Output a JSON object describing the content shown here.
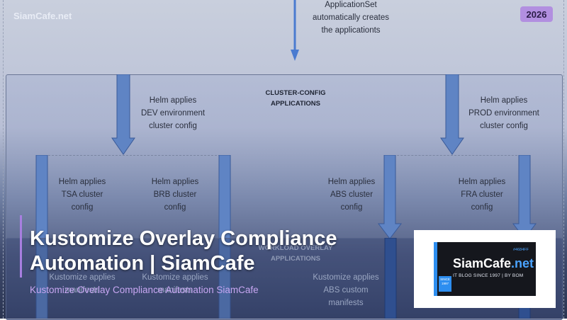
{
  "header": {
    "site_name": "SiamCafe.net",
    "year_badge": "2026",
    "appset_note": [
      "ApplicationSet",
      "automatically creates",
      "the applicationts"
    ]
  },
  "cluster_config": {
    "title": [
      "CLUSTER-CONFIG",
      "APPLICATIONS"
    ],
    "dev_label": [
      "Helm applies",
      "DEV environment",
      "cluster config"
    ],
    "prod_label": [
      "Helm applies",
      "PROD environment",
      "cluster config"
    ],
    "tsa_label": [
      "Helm applies",
      "TSA cluster",
      "config"
    ],
    "brb_label": [
      "Helm applies",
      "BRB cluster",
      "config"
    ],
    "abs_label": [
      "Helm applies",
      "ABS cluster",
      "config"
    ],
    "fra_label": [
      "Helm applies",
      "FRA cluster",
      "config"
    ]
  },
  "lower": {
    "title_partial": [
      "WORKLOAD OVERLAY",
      "APPLICATIONS"
    ],
    "k1": [
      "Kustomize applies",
      "manifests"
    ],
    "k2": [
      "Kustomize applies",
      "manifests"
    ],
    "k3": [
      "Kustomize applies",
      "ABS custom",
      "manifests"
    ]
  },
  "overlay": {
    "title_line1": "Kustomize Overlay Compliance",
    "title_line2": "Automation | SiamCafe",
    "subtitle": "Kustomize Overlay Compliance Automation SiamCafe"
  },
  "logo": {
    "name_main": "SiamCafe",
    "name_ext": ".net",
    "tagline": "IT BLOG SINCE 1997 | BY BOM",
    "hex": "#4684FF",
    "since_line1": "SINCE",
    "since_line2": "1997"
  },
  "colors": {
    "arrow_fill": "#5f84c4",
    "arrow_stroke": "#3a5a98",
    "accent_purple": "#a87fe0",
    "logo_blue": "#2d8ef0"
  }
}
